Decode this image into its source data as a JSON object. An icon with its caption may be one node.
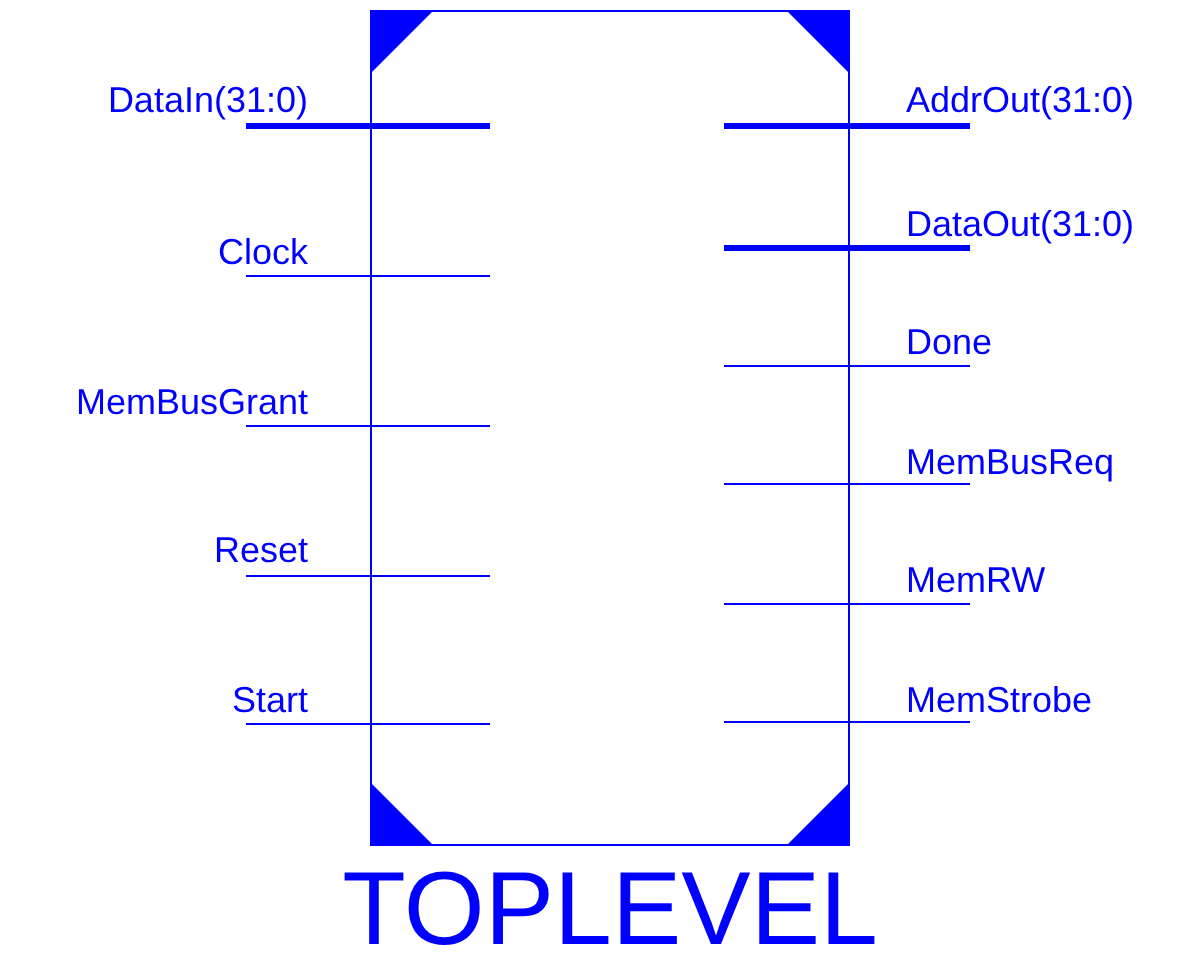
{
  "diagram": {
    "nodes": [
      {
        "text": [
          "TOPLEVEL"
        ]
      }
    ],
    "labels": [
      "DataIn(31:0)",
      "AddrOut(31:0)",
      "DataOut(31:0)",
      "Clock",
      "Done",
      "MemBusGrant",
      "MemBusReq",
      "Reset",
      "MemRW",
      "Start",
      "MemStrobe"
    ]
  }
}
